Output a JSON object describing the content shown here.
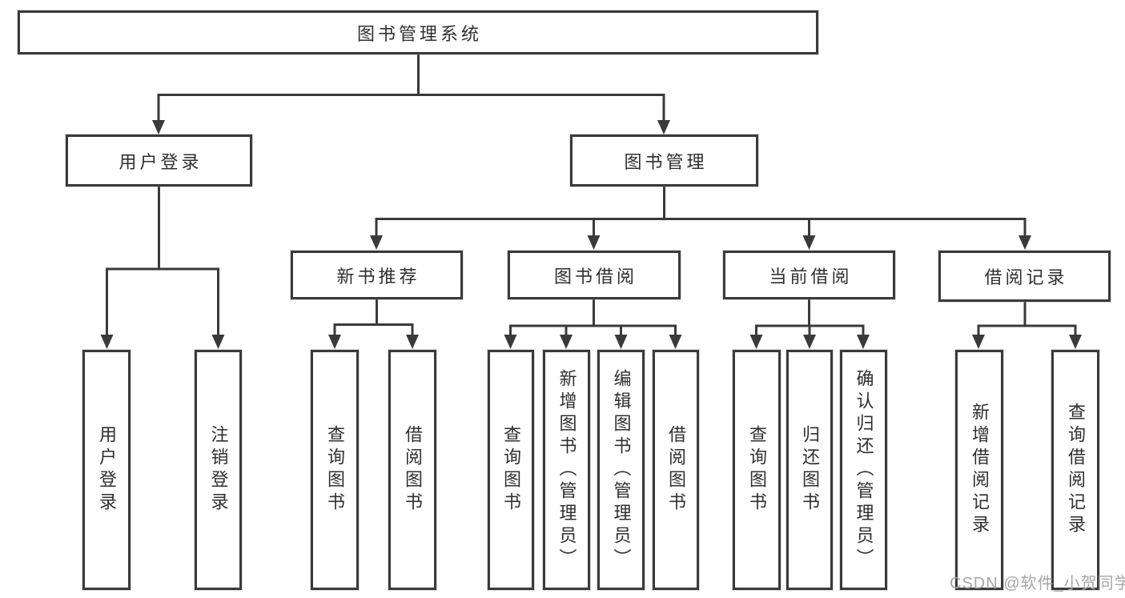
{
  "nodes": {
    "root": "图书管理系统",
    "l1_user_login": "用户登录",
    "l1_book_management": "图书管理",
    "l2_new_book_recommend": "新书推荐",
    "l2_book_borrow": "图书借阅",
    "l2_current_borrow": "当前借阅",
    "l2_borrow_record": "借阅记录",
    "leaf_user_login": "用户登录",
    "leaf_logout": "注销登录",
    "leaf_nb_query_book": "查询图书",
    "leaf_nb_borrow_book": "借阅图书",
    "leaf_bb_query_book": "查询图书",
    "leaf_bb_add_book": "新增图书（管理员）",
    "leaf_bb_edit_book": "编辑图书（管理员）",
    "leaf_bb_borrow_book": "借阅图书",
    "leaf_cb_query_book": "查询图书",
    "leaf_cb_return_book": "归还图书",
    "leaf_cb_confirm_return": "确认归还（管理员）",
    "leaf_br_add_record": "新增借阅记录",
    "leaf_br_query_record": "查询借阅记录"
  },
  "hierarchy": {
    "root": [
      "l1_user_login",
      "l1_book_management"
    ],
    "l1_user_login": [
      "leaf_user_login",
      "leaf_logout"
    ],
    "l1_book_management": [
      "l2_new_book_recommend",
      "l2_book_borrow",
      "l2_current_borrow",
      "l2_borrow_record"
    ],
    "l2_new_book_recommend": [
      "leaf_nb_query_book",
      "leaf_nb_borrow_book"
    ],
    "l2_book_borrow": [
      "leaf_bb_query_book",
      "leaf_bb_add_book",
      "leaf_bb_edit_book",
      "leaf_bb_borrow_book"
    ],
    "l2_current_borrow": [
      "leaf_cb_query_book",
      "leaf_cb_return_book",
      "leaf_cb_confirm_return"
    ],
    "l2_borrow_record": [
      "leaf_br_add_record",
      "leaf_br_query_record"
    ]
  },
  "watermark": "CSDN @软件_小贺同学",
  "colors": {
    "line": "#3a3a3a",
    "text": "#2f2f2f",
    "box_background": "#ffffff",
    "page_background": "#ffffff",
    "watermark": "#a6a6a6"
  }
}
